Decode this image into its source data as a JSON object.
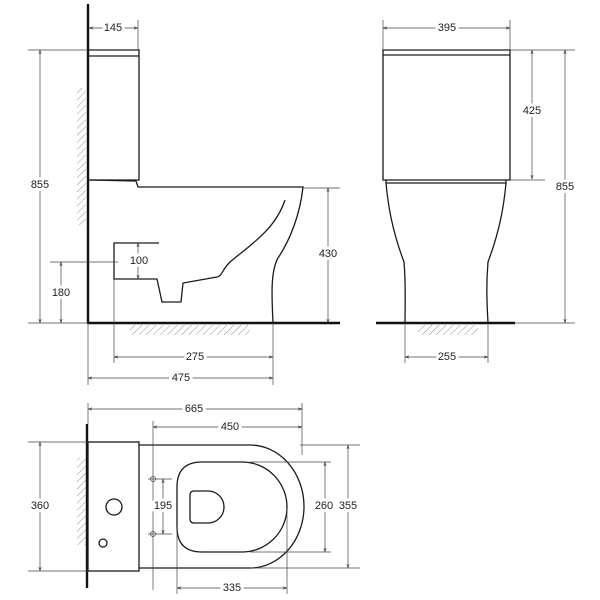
{
  "side_view": {
    "dims": {
      "tank_depth": "145",
      "total_height": "855",
      "outlet_height": "180",
      "outlet_size": "100",
      "seat_height": "430",
      "outlet_to_front": "275",
      "base_depth": "475"
    }
  },
  "front_view": {
    "dims": {
      "width": "395",
      "tank_height": "425",
      "total_height": "855",
      "base_width": "255"
    }
  },
  "top_view": {
    "dims": {
      "total_length": "665",
      "bowl_length": "450",
      "tank_width": "360",
      "bolt_spacing": "195",
      "seat_inner_width": "260",
      "bowl_width": "355",
      "seat_inner_length": "335"
    }
  }
}
